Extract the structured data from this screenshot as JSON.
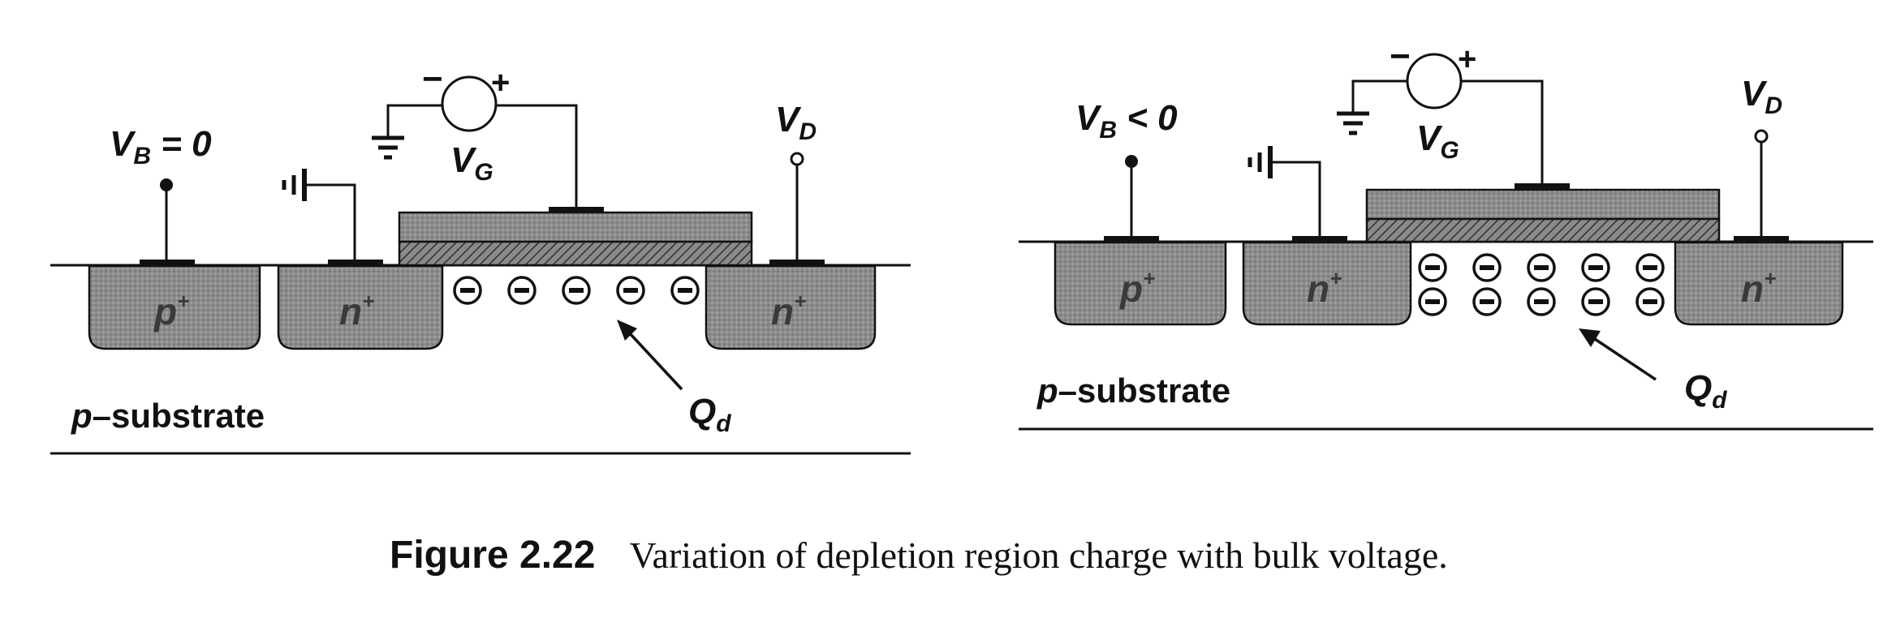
{
  "figure": {
    "caption_number": "Figure 2.22",
    "caption_text": "Variation of depletion region charge with bulk voltage."
  },
  "diagrams": [
    {
      "id": "left",
      "bulk_label": "V",
      "bulk_sub": "B",
      "bulk_suffix": " = 0",
      "gate_label": "V",
      "gate_sub": "G",
      "drain_label": "V",
      "drain_sub": "D",
      "substrate_label_p": "p",
      "substrate_label_rest": "–substrate",
      "charge_label": "Q",
      "charge_sub": "d",
      "regions": [
        "p",
        "n",
        "n"
      ],
      "region_sup": "+",
      "source_plus": "+",
      "source_minus": "−",
      "charge_rows": 1
    },
    {
      "id": "right",
      "bulk_label": "V",
      "bulk_sub": "B",
      "bulk_suffix": " < 0",
      "gate_label": "V",
      "gate_sub": "G",
      "drain_label": "V",
      "drain_sub": "D",
      "substrate_label_p": "p",
      "substrate_label_rest": "–substrate",
      "charge_label": "Q",
      "charge_sub": "d",
      "regions": [
        "p",
        "n",
        "n"
      ],
      "region_sup": "+",
      "source_plus": "+",
      "source_minus": "−",
      "charge_rows": 2
    }
  ]
}
